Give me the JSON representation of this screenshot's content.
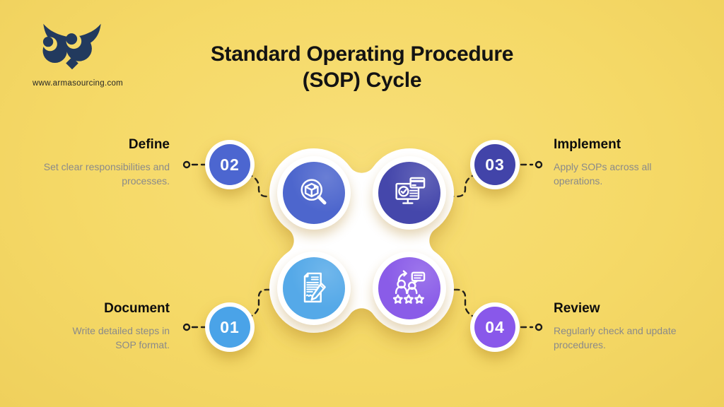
{
  "brand": {
    "website": "www.armasourcing.com",
    "logo": "owl-logo-icon"
  },
  "title": {
    "line1": "Standard Operating Procedure",
    "line2": "(SOP) Cycle"
  },
  "steps": [
    {
      "number": "02",
      "label": "Define",
      "description": "Set clear responsibilities and processes.",
      "color": "#4c66d0",
      "icon_color": "#4d66cd",
      "icon": "package-search-icon",
      "position": "top-left"
    },
    {
      "number": "03",
      "label": "Implement",
      "description": "Apply SOPs across all operations.",
      "color": "#4244a9",
      "icon_color": "#4547ab",
      "icon": "monitor-check-icon",
      "position": "top-right"
    },
    {
      "number": "01",
      "label": "Document",
      "description": "Write detailed steps in SOP format.",
      "color": "#4aa3e8",
      "icon_color": "#55a9e8",
      "icon": "document-pencil-icon",
      "position": "bottom-left"
    },
    {
      "number": "04",
      "label": "Review",
      "description": "Regularly check and update procedures.",
      "color": "#8958ea",
      "icon_color": "#8a5ce8",
      "icon": "people-rating-icon",
      "position": "bottom-right"
    }
  ],
  "colors": {
    "background": "#f5d967",
    "connector": "#1b1b1b",
    "heading": "#0d0d0d",
    "body_text": "#8a8a8a",
    "logo_navy": "#223a5e",
    "blob_white": "#ffffff"
  }
}
